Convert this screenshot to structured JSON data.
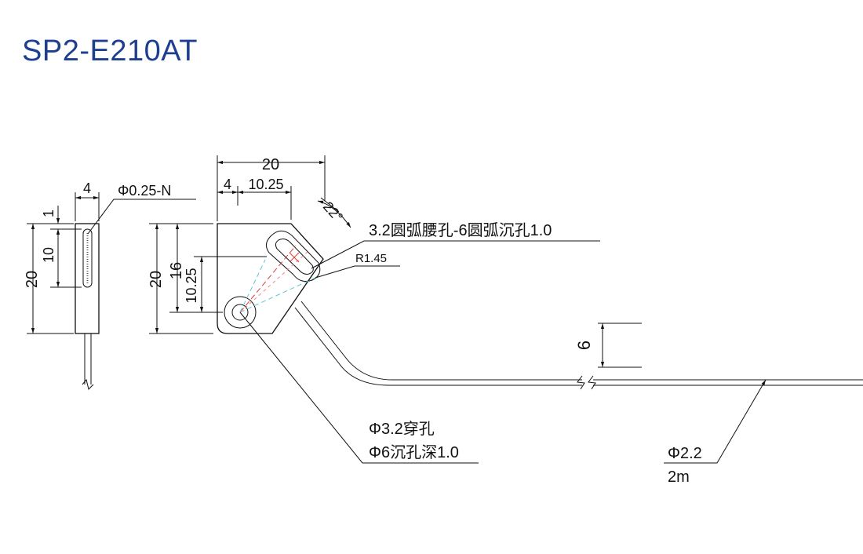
{
  "title": "SP2-E210AT",
  "side_view": {
    "width": "4",
    "fiber": "Φ0.25-N",
    "top_offset": "1",
    "window_height": "10",
    "total_height": "20"
  },
  "front_view": {
    "total_width": "20",
    "offset_left": "4",
    "slot_offset": "10.25",
    "angle": "22°",
    "slot_note": "3.2圆弧腰孔-6圆弧沉孔1.0",
    "radius": "R1.45",
    "total_height": "20",
    "height_16": "16",
    "height_10_25": "10.25",
    "hole_note_1": "Φ3.2穿孔",
    "hole_note_2": "Φ6沉孔深1.0"
  },
  "cable": {
    "offset": "6",
    "diameter": "Φ2.2",
    "length": "2m"
  }
}
